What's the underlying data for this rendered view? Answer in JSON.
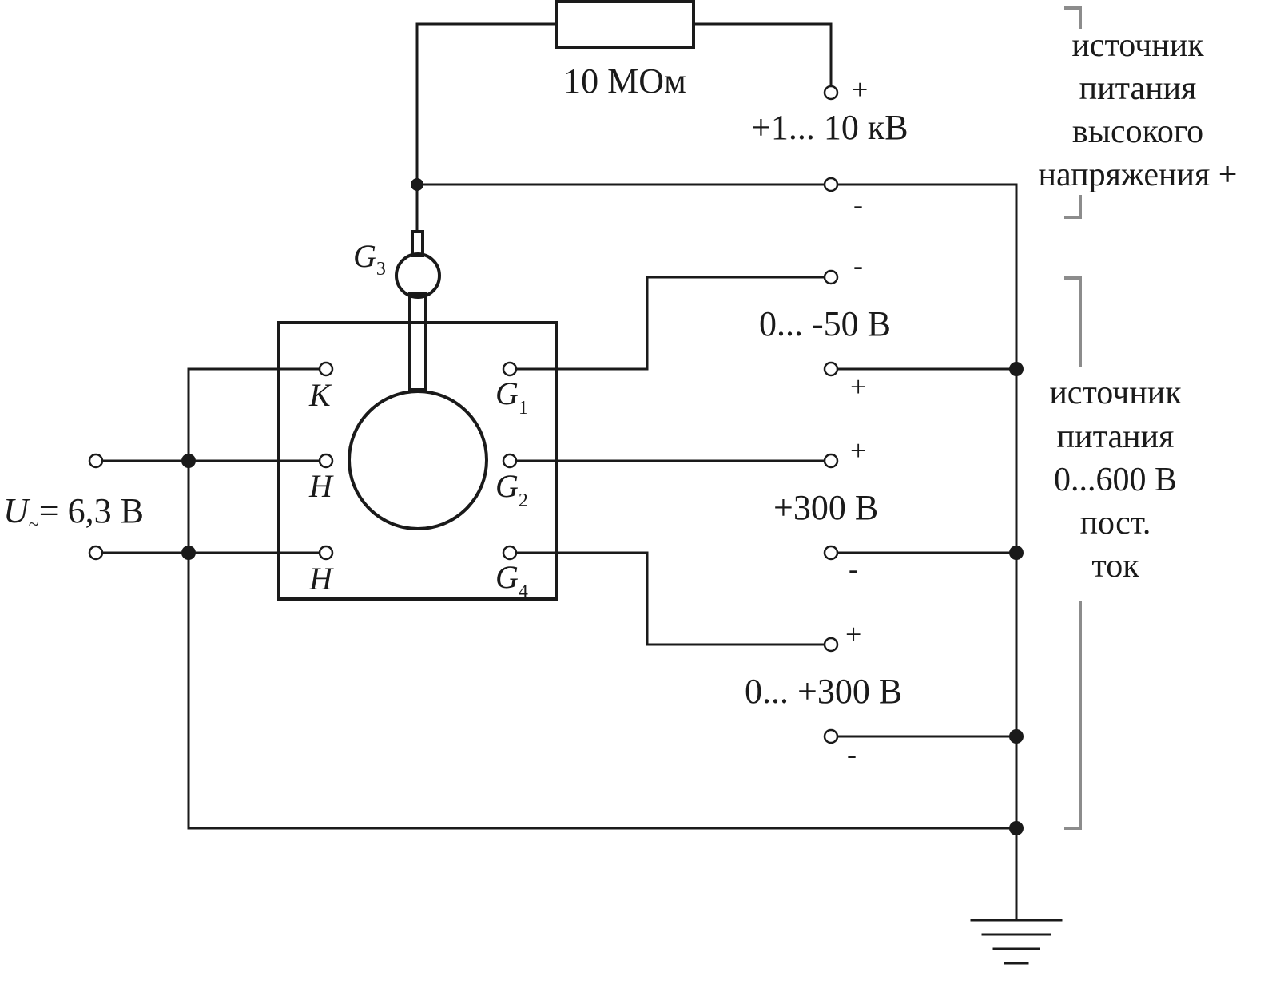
{
  "resistor": {
    "label": "10 МОм"
  },
  "pins": {
    "g3": {
      "main": "G",
      "sub": "3"
    },
    "k": {
      "main": "K"
    },
    "h1": {
      "main": "H"
    },
    "h2": {
      "main": "H"
    },
    "g1": {
      "main": "G",
      "sub": "1"
    },
    "g2": {
      "main": "G",
      "sub": "2"
    },
    "g4": {
      "main": "G",
      "sub": "4"
    }
  },
  "heater_supply": {
    "symbol": "U",
    "sub": "~",
    "value": "= 6,3 В"
  },
  "terminals": {
    "hv_plus_sign": "+",
    "hv_voltage": "+1... 10 кВ",
    "hv_minus_sign": "-",
    "g1_minus_sign": "-",
    "g1_voltage": "0... -50 В",
    "g1_plus_sign": "+",
    "g2_plus_sign": "+",
    "g2_voltage": "+300 В",
    "g2_minus_sign": "-",
    "g4_plus_sign": "+",
    "g4_voltage": "0... +300 В",
    "g4_minus_sign": "-"
  },
  "hv_source": {
    "lines": [
      "источник",
      "питания",
      "высокого",
      "напряжения +"
    ]
  },
  "dc_source": {
    "lines": [
      "источник",
      "питания",
      "0...600 В",
      "пост.",
      "ток"
    ]
  }
}
